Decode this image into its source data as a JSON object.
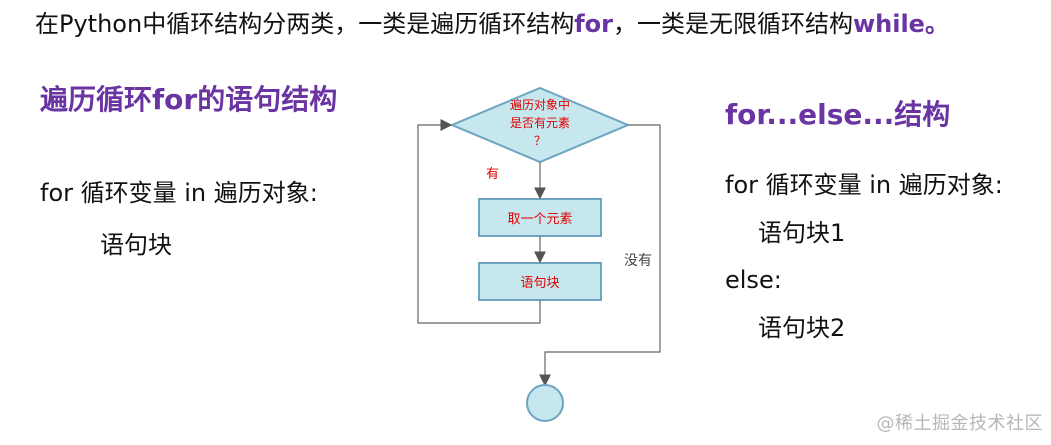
{
  "headline": {
    "part1": "在Python中循环结构分两类，一类是遍历循环结构",
    "kw1": "for",
    "part2": "，一类是无限循环结构",
    "kw2": "while。"
  },
  "left_section": {
    "title": "遍历循环for的语句结构",
    "line1": "for 循环变量 in 遍历对象:",
    "line2": "语句块"
  },
  "flowchart": {
    "decision": [
      "遍历对象中",
      "是否有元素",
      "？"
    ],
    "yes_label": "有",
    "no_label": "没有",
    "step1": "取一个元素",
    "step2": "语句块",
    "colors": {
      "fill": "#c7e7ee",
      "stroke": "#6ca5c0",
      "text_red": "#e00000",
      "line": "#666666",
      "label_dark": "#444444"
    }
  },
  "right_section": {
    "title": "for...else...结构",
    "line1": "for 循环变量 in 遍历对象:",
    "line2": "语句块1",
    "line3": "else:",
    "line4": "语句块2"
  },
  "watermark": "@稀土掘金技术社区"
}
